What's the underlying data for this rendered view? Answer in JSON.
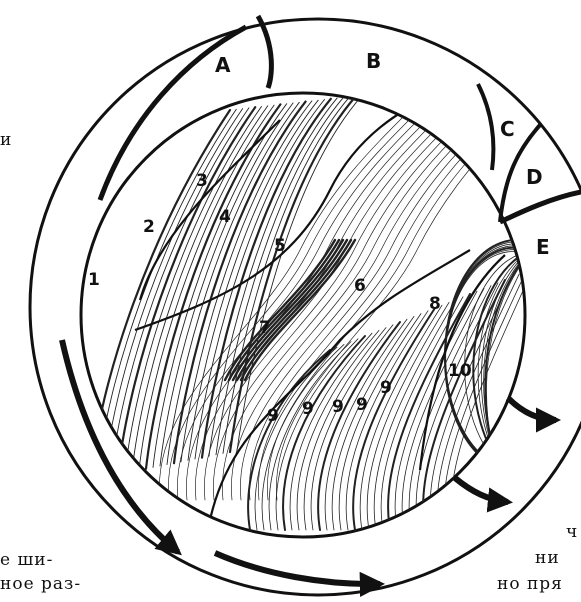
{
  "zones": [
    "A",
    "B",
    "C",
    "D",
    "E"
  ],
  "numbers": [
    "1",
    "2",
    "3",
    "4",
    "5",
    "6",
    "7",
    "8",
    "9",
    "9",
    "9",
    "9",
    "9",
    "10"
  ],
  "left_text": [
    "и",
    "е ши-",
    "ное раз-"
  ],
  "right_text": [
    "ч",
    "ни",
    "но пря"
  ]
}
